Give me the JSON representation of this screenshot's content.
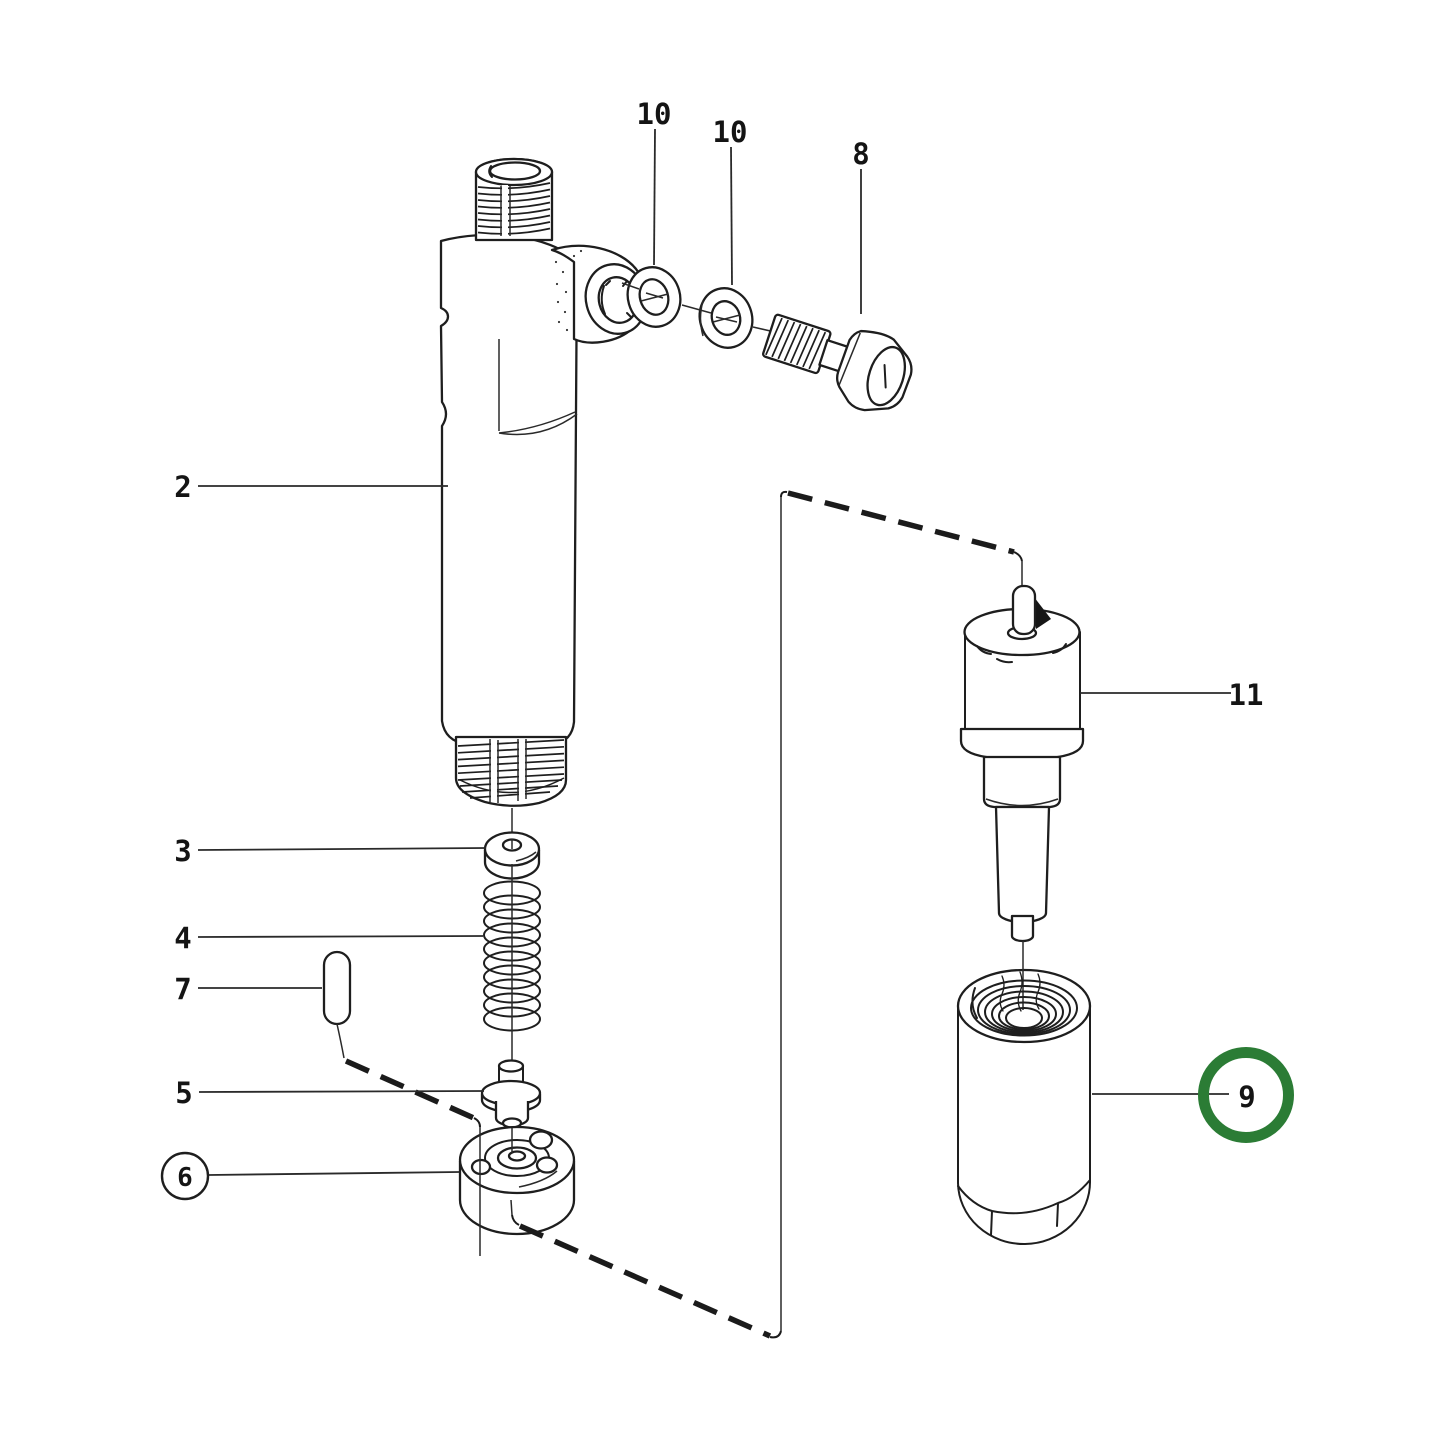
{
  "diagram": {
    "background_color": "#ffffff",
    "line_color": "#1e1e1e",
    "highlight": {
      "color": "#2b7c35",
      "style": "circle-outline",
      "applies_to": "callout-9"
    },
    "callouts": {
      "c2": "2",
      "c3": "3",
      "c4": "4",
      "c5": "5",
      "c6": "6",
      "c7": "7",
      "c8": "8",
      "c9": "9",
      "c10a": "10",
      "c10b": "10",
      "c11": "11"
    }
  }
}
